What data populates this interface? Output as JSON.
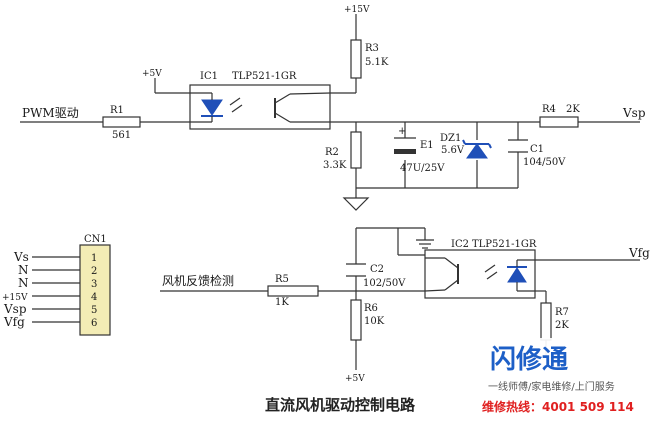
{
  "diagram": {
    "title": "直流风机驱动控制电路",
    "power": {
      "plus15_top": "+15V",
      "plus5_ic1": "+5V",
      "plus5_bottom": "+5V"
    },
    "signals": {
      "pwm": "PWM驱动",
      "vsp": "Vsp",
      "fan_feedback": "风机反馈检测",
      "vfg": "Vfg"
    },
    "components": {
      "r1": {
        "ref": "R1",
        "value": "561"
      },
      "r2": {
        "ref": "R2",
        "value": "3.3K"
      },
      "r3": {
        "ref": "R3",
        "value": "5.1K"
      },
      "r4": {
        "ref": "R4",
        "value": "2K"
      },
      "r5": {
        "ref": "R5",
        "value": "1K"
      },
      "r6": {
        "ref": "R6",
        "value": "10K"
      },
      "r7": {
        "ref": "R7",
        "value": "2K"
      },
      "e1": {
        "ref": "E1",
        "value": "47U/25V",
        "plus": "+"
      },
      "dz1": {
        "ref": "DZ1",
        "value": "5.6V"
      },
      "c1": {
        "ref": "C1",
        "value": "104/50V"
      },
      "c2": {
        "ref": "C2",
        "value": "102/50V"
      },
      "ic1": {
        "ref": "IC1",
        "part": "TLP521-1GR"
      },
      "ic2": {
        "ref": "IC2",
        "part": "TLP521-1GR"
      }
    },
    "connector": {
      "ref": "CN1",
      "pins": [
        {
          "num": "1",
          "signal": "Vs"
        },
        {
          "num": "2",
          "signal": "N"
        },
        {
          "num": "3",
          "signal": "N"
        },
        {
          "num": "4",
          "signal": "+15V"
        },
        {
          "num": "5",
          "signal": "Vsp"
        },
        {
          "num": "6",
          "signal": "Vfg"
        }
      ]
    }
  },
  "watermark": {
    "name": "闪修通",
    "slogan": "一线师傅/家电维修/上门服务",
    "hotline": "维修热线：4001 509 114",
    "colors": {
      "brand": "#1d5fc7",
      "hotline": "#e02020"
    }
  }
}
